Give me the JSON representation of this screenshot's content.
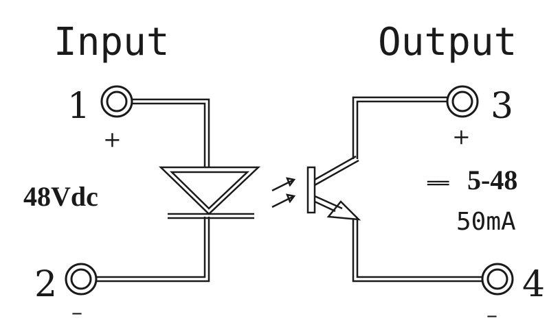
{
  "input": {
    "title": "Input",
    "pin_pos": "1",
    "pin_neg": "2",
    "plus": "+",
    "minus": "–",
    "voltage": "48Vdc"
  },
  "output": {
    "title": "Output",
    "pin_pos": "3",
    "pin_neg": "4",
    "plus": "+",
    "minus": "–",
    "dc_symbol": "══",
    "voltage": "5-48",
    "current": "50mA"
  }
}
